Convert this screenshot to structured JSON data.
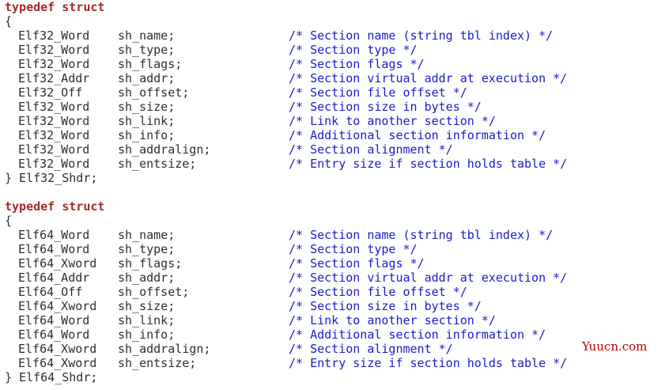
{
  "blocks": [
    {
      "keyword": "typedef struct",
      "open": "{",
      "fields": [
        {
          "type": "Elf32_Word",
          "name": "sh_name;",
          "comment": "/* Section name (string tbl index) */"
        },
        {
          "type": "Elf32_Word",
          "name": "sh_type;",
          "comment": "/* Section type */"
        },
        {
          "type": "Elf32_Word",
          "name": "sh_flags;",
          "comment": "/* Section flags */"
        },
        {
          "type": "Elf32_Addr",
          "name": "sh_addr;",
          "comment": "/* Section virtual addr at execution */"
        },
        {
          "type": "Elf32_Off",
          "name": "sh_offset;",
          "comment": "/* Section file offset */"
        },
        {
          "type": "Elf32_Word",
          "name": "sh_size;",
          "comment": "/* Section size in bytes */"
        },
        {
          "type": "Elf32_Word",
          "name": "sh_link;",
          "comment": "/* Link to another section */"
        },
        {
          "type": "Elf32_Word",
          "name": "sh_info;",
          "comment": "/* Additional section information */"
        },
        {
          "type": "Elf32_Word",
          "name": "sh_addralign;",
          "comment": "/* Section alignment */"
        },
        {
          "type": "Elf32_Word",
          "name": "sh_entsize;",
          "comment": "/* Entry size if section holds table */"
        }
      ],
      "close": "} Elf32_Shdr;"
    },
    {
      "keyword": "typedef struct",
      "open": "{",
      "fields": [
        {
          "type": "Elf64_Word",
          "name": "sh_name;",
          "comment": "/* Section name (string tbl index) */"
        },
        {
          "type": "Elf64_Word",
          "name": "sh_type;",
          "comment": "/* Section type */"
        },
        {
          "type": "Elf64_Xword",
          "name": "sh_flags;",
          "comment": "/* Section flags */"
        },
        {
          "type": "Elf64_Addr",
          "name": "sh_addr;",
          "comment": "/* Section virtual addr at execution */"
        },
        {
          "type": "Elf64_Off",
          "name": "sh_offset;",
          "comment": "/* Section file offset */"
        },
        {
          "type": "Elf64_Xword",
          "name": "sh_size;",
          "comment": "/* Section size in bytes */"
        },
        {
          "type": "Elf64_Word",
          "name": "sh_link;",
          "comment": "/* Link to another section */"
        },
        {
          "type": "Elf64_Word",
          "name": "sh_info;",
          "comment": "/* Additional section information */"
        },
        {
          "type": "Elf64_Xword",
          "name": "sh_addralign;",
          "comment": "/* Section alignment */"
        },
        {
          "type": "Elf64_Xword",
          "name": "sh_entsize;",
          "comment": "/* Entry size if section holds table */"
        }
      ],
      "close": "} Elf64_Shdr;"
    }
  ],
  "watermark": "Yuucn.com",
  "colors": {
    "keyword": "#a52a2a",
    "comment": "#1a1acc",
    "text": "#2e2e2e",
    "watermark": "#c00000"
  }
}
